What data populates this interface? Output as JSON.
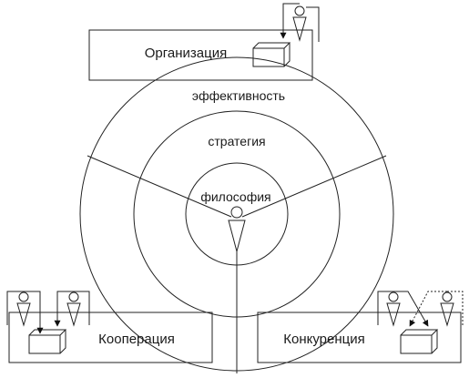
{
  "diagram": {
    "boxes": {
      "top": {
        "label": "Организация"
      },
      "left": {
        "label": "Кооперация"
      },
      "right": {
        "label": "Конкуренция"
      }
    },
    "rings": {
      "outer": {
        "label": "эффективность"
      },
      "middle": {
        "label": "стратегия"
      },
      "inner": {
        "label": "философия"
      }
    }
  }
}
